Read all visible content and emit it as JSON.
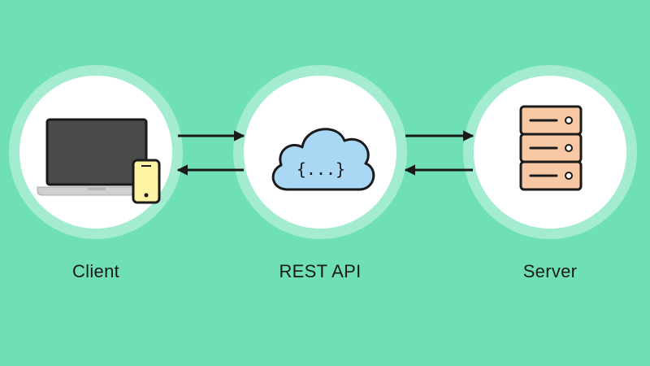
{
  "nodes": {
    "client": {
      "label": "Client",
      "icon": "laptop-and-phone-icon"
    },
    "api": {
      "label": "REST API",
      "icon": "cloud-icon",
      "glyph": "{...}"
    },
    "server": {
      "label": "Server",
      "icon": "server-rack-icon"
    }
  },
  "connections": [
    {
      "from": "client",
      "to": "api",
      "direction": "bidirectional"
    },
    {
      "from": "api",
      "to": "server",
      "direction": "bidirectional"
    }
  ],
  "colors": {
    "background": "#6fe0b6",
    "ring": "#a4eccf",
    "disc": "#ffffff",
    "laptop_screen": "#4a4a4a",
    "phone": "#fdf4a3",
    "cloud": "#a8d8f4",
    "server": "#f7c8a3",
    "stroke": "#1a1a1a"
  }
}
